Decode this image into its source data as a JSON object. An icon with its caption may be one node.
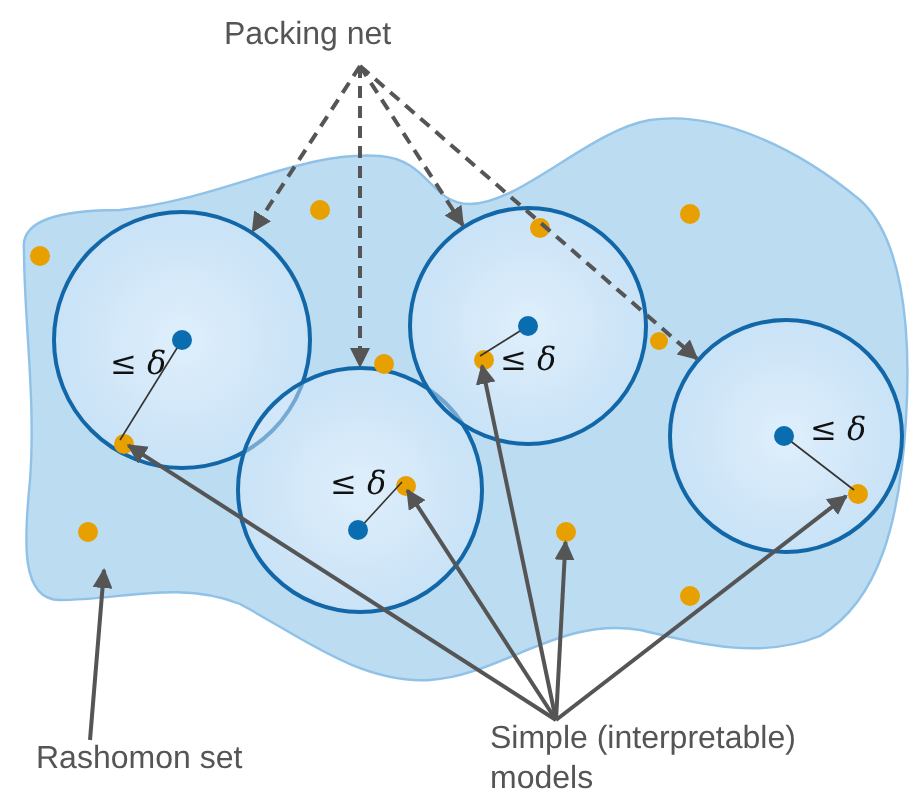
{
  "diagram": {
    "nodes": [
      {
        "text": [
          "Packing net"
        ]
      },
      {
        "text": [],
        "shape": "cloud"
      },
      {
        "text": [],
        "shape": "circle",
        "in": 1
      },
      {
        "text": [],
        "shape": "circle",
        "in": 1
      },
      {
        "text": [],
        "shape": "circle",
        "in": 1
      },
      {
        "text": [],
        "shape": "circle",
        "in": 1
      },
      {
        "text": [],
        "shape": "circle",
        "in": 1
      },
      {
        "text": [],
        "shape": "circle",
        "in": 1
      },
      {
        "text": [],
        "shape": "circle",
        "in": 4
      },
      {
        "text": [],
        "shape": "circle",
        "in": 1
      },
      {
        "text": [],
        "shape": "circle",
        "in": 1
      },
      {
        "text": [],
        "shape": "circle",
        "in": 1
      },
      {
        "text": [],
        "shape": "circle",
        "in": 4
      },
      {
        "text": [],
        "shape": "circle",
        "in": 2
      },
      {
        "text": [],
        "shape": "circle",
        "in": 3
      },
      {
        "text": [],
        "shape": "circle",
        "in": 5
      },
      {
        "text": [],
        "shape": "circle",
        "in": 1
      },
      {
        "text": [],
        "shape": "circle",
        "in": 1
      },
      {
        "text": [],
        "shape": "circle",
        "in": 1
      },
      {
        "text": [
          "Rashomon set"
        ]
      },
      {
        "text": [
          "Simple (interpretable) models"
        ]
      }
    ],
    "edges": [
      {
        "from": 0,
        "to": 2,
        "arrow": "to",
        "style": "dashed"
      },
      {
        "from": 0,
        "to": 3,
        "arrow": "to",
        "style": "dashed"
      },
      {
        "from": 0,
        "to": 4,
        "arrow": "to",
        "style": "dashed"
      },
      {
        "from": 0,
        "to": 5,
        "arrow": "to",
        "style": "dashed"
      },
      {
        "from": 19,
        "to": 1,
        "arrow": "to"
      },
      {
        "from": 20,
        "to": 13,
        "arrow": "to"
      },
      {
        "from": 20,
        "to": 14,
        "arrow": "to"
      },
      {
        "from": 20,
        "to": 12,
        "arrow": "to"
      },
      {
        "from": 20,
        "to": 17,
        "arrow": "to"
      },
      {
        "from": 20,
        "to": 15,
        "arrow": "to"
      }
    ],
    "labels": [
      "≤ *δ*",
      "≤ *δ*",
      "≤ *δ*",
      "≤ *δ*"
    ]
  }
}
